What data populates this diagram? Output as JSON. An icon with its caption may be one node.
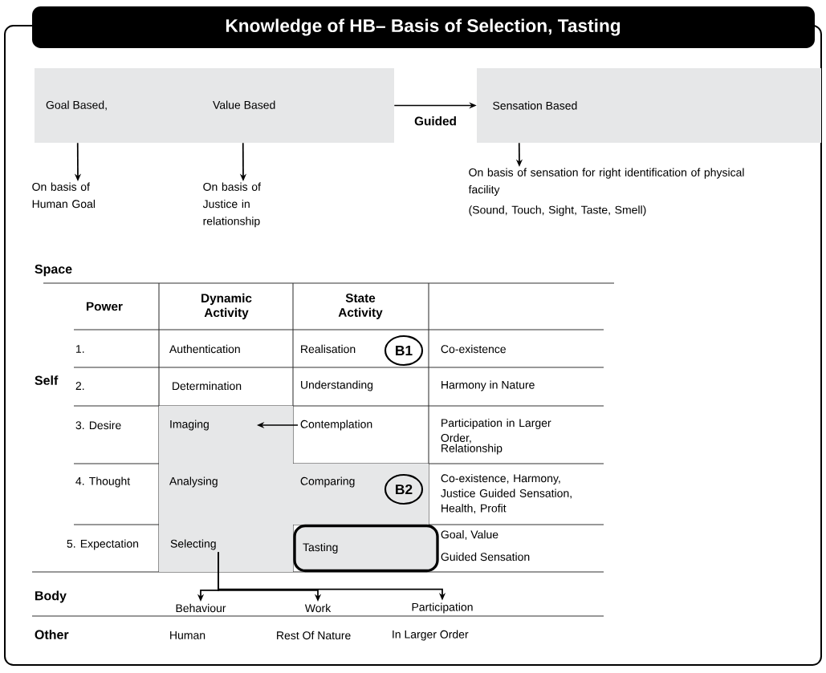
{
  "diagram": {
    "title": "Knowledge of HB– Basis of Selection, Tasting",
    "nodes": [
      {
        "text": [
          "Goal Based,",
          "Value Based"
        ]
      },
      {
        "text": [
          "Sensation Based"
        ]
      },
      {
        "text": [
          "On basis of Human Goal"
        ]
      },
      {
        "text": [
          "On basis of Justice in relationship"
        ]
      },
      {
        "text": [
          "On basis of sensation for right identification of physical facility",
          "(Sound, Touch, Sight, Taste, Smell)"
        ]
      },
      {
        "text": [
          "B1"
        ]
      },
      {
        "text": [
          "Imaging"
        ]
      },
      {
        "text": [
          "Contemplation"
        ]
      },
      {
        "text": [
          "B2"
        ]
      },
      {
        "text": [
          "Selecting"
        ]
      },
      {
        "text": [
          "Tasting"
        ]
      },
      {
        "text": [
          "Behaviour"
        ]
      },
      {
        "text": [
          "Work"
        ]
      },
      {
        "text": [
          "Participation"
        ]
      }
    ],
    "edges": [
      {
        "from": 0,
        "to": 1,
        "arrow": "to",
        "label": "Guided"
      },
      {
        "from": 0,
        "to": 2,
        "arrow": "to"
      },
      {
        "from": 0,
        "to": 3,
        "arrow": "to"
      },
      {
        "from": 1,
        "to": 4,
        "arrow": "to"
      },
      {
        "from": 7,
        "to": 6,
        "arrow": "to"
      },
      {
        "from": 9,
        "to": 11,
        "arrow": "to"
      },
      {
        "from": 9,
        "to": 12,
        "arrow": "to"
      },
      {
        "from": 9,
        "to": 13,
        "arrow": "to"
      }
    ],
    "labels": [
      "Space",
      "Power",
      "Dynamic Activity",
      "State Activity",
      "Self",
      "1.",
      "Authentication",
      "Realisation",
      "Co-existence",
      "2.",
      "Determination",
      "Understanding",
      "Harmony in Nature",
      "3. Desire",
      "Participation in Larger Order,",
      "Relationship",
      "4. Thought",
      "Analysing",
      "Comparing",
      "Co-existence, Harmony, Justice Guided Sensation, Health, Profit",
      "5. Expectation",
      "Goal, Value",
      "Guided Sensation",
      "Body",
      "Other",
      "Human",
      "Rest Of Nature",
      "In Larger Order"
    ]
  }
}
